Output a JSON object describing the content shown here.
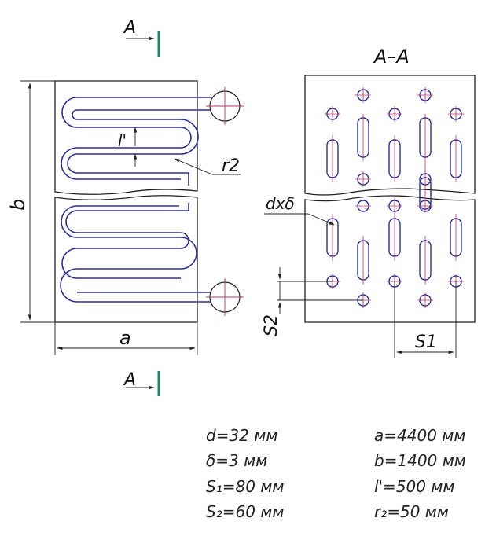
{
  "drawing": {
    "section_mark": "A",
    "section_title": "A–A",
    "dim_b": "b",
    "dim_a": "a",
    "dim_l": "l'",
    "dim_r2": "r2",
    "dim_dxd": "dxδ",
    "dim_s1": "S1",
    "dim_s2": "S2"
  },
  "params": {
    "left": [
      "d=32 мм",
      "δ=3 мм",
      "S₁=80 мм",
      "S₂=60 мм"
    ],
    "right": [
      "a=4400 мм",
      "b=1400 мм",
      "l'=500 мм",
      "r₂=50 мм"
    ]
  },
  "colors": {
    "pipe": "#2b2f9a",
    "axis": "#c0306a",
    "section_bar": "#1a8a6a"
  }
}
